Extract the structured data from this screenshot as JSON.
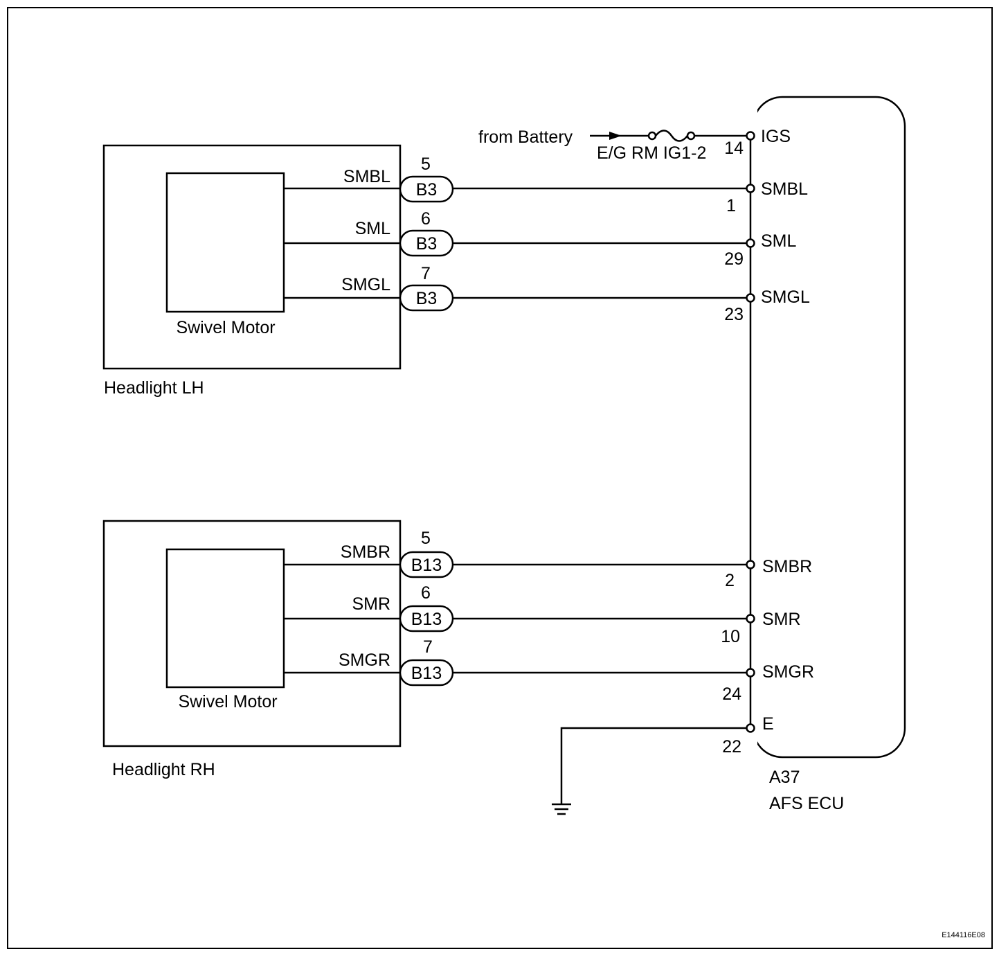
{
  "source": {
    "label": "from Battery"
  },
  "fuse": {
    "label": "E/G RM IG1-2"
  },
  "ecu": {
    "code": "A37",
    "name": "AFS ECU",
    "pins": [
      {
        "name": "IGS",
        "number": "14"
      },
      {
        "name": "SMBL",
        "number": "1"
      },
      {
        "name": "SML",
        "number": "29"
      },
      {
        "name": "SMGL",
        "number": "23"
      },
      {
        "name": "SMBR",
        "number": "2"
      },
      {
        "name": "SMR",
        "number": "10"
      },
      {
        "name": "SMGR",
        "number": "24"
      },
      {
        "name": "E",
        "number": "22"
      }
    ]
  },
  "headlight_lh": {
    "title": "Headlight LH",
    "motor": "Swivel Motor",
    "wires": [
      {
        "signal": "SMBL",
        "connector": "B3",
        "pin": "5"
      },
      {
        "signal": "SML",
        "connector": "B3",
        "pin": "6"
      },
      {
        "signal": "SMGL",
        "connector": "B3",
        "pin": "7"
      }
    ]
  },
  "headlight_rh": {
    "title": "Headlight RH",
    "motor": "Swivel Motor",
    "wires": [
      {
        "signal": "SMBR",
        "connector": "B13",
        "pin": "5"
      },
      {
        "signal": "SMR",
        "connector": "B13",
        "pin": "6"
      },
      {
        "signal": "SMGR",
        "connector": "B13",
        "pin": "7"
      }
    ]
  },
  "figure_code": "E144116E08"
}
